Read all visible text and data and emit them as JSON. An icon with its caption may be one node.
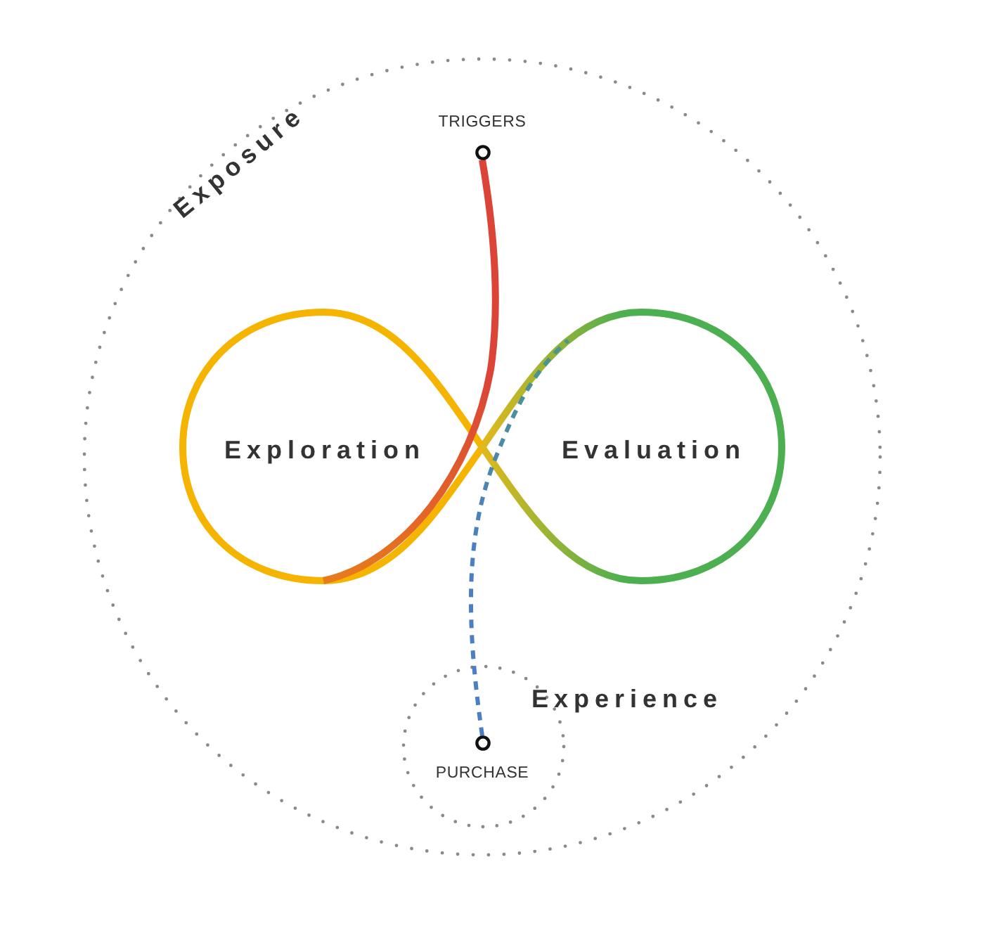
{
  "diagram": {
    "nodes": [
      {
        "text": [
          "Exposure"
        ]
      },
      {
        "text": [
          "Exploration"
        ],
        "in": 0
      },
      {
        "text": [
          "Evaluation"
        ],
        "in": 0
      },
      {
        "text": [
          "TRIGGERS"
        ],
        "in": 0
      },
      {
        "text": [
          "Experience"
        ],
        "in": 0
      },
      {
        "text": [
          "PURCHASE"
        ],
        "in": 4
      }
    ],
    "edges": [
      {
        "from": 3,
        "to": 1,
        "arrow": "none",
        "color": "#db4437"
      },
      {
        "from": 5,
        "to": 2,
        "arrow": "none",
        "style": "dashed",
        "color": "#4a7fc4"
      }
    ]
  }
}
